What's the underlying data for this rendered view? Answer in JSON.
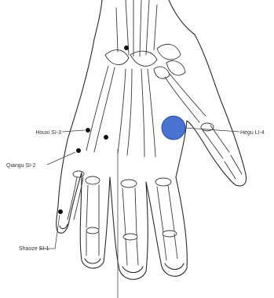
{
  "figure": {
    "subject": "hand-back-bones-icon",
    "points": [
      {
        "key": "houxi",
        "label": "Houxi SI-3"
      },
      {
        "key": "qiangu",
        "label": "Qiangu SI-2"
      },
      {
        "key": "shaoze",
        "label": "Shaoze SI-1"
      },
      {
        "key": "hegu",
        "label": "Hegu LI-4"
      }
    ],
    "colors": {
      "line": "#2a2a2a",
      "marker": "#111111",
      "highlight": "#4a72d0",
      "highlight_stroke": "#2a4fa6"
    }
  }
}
